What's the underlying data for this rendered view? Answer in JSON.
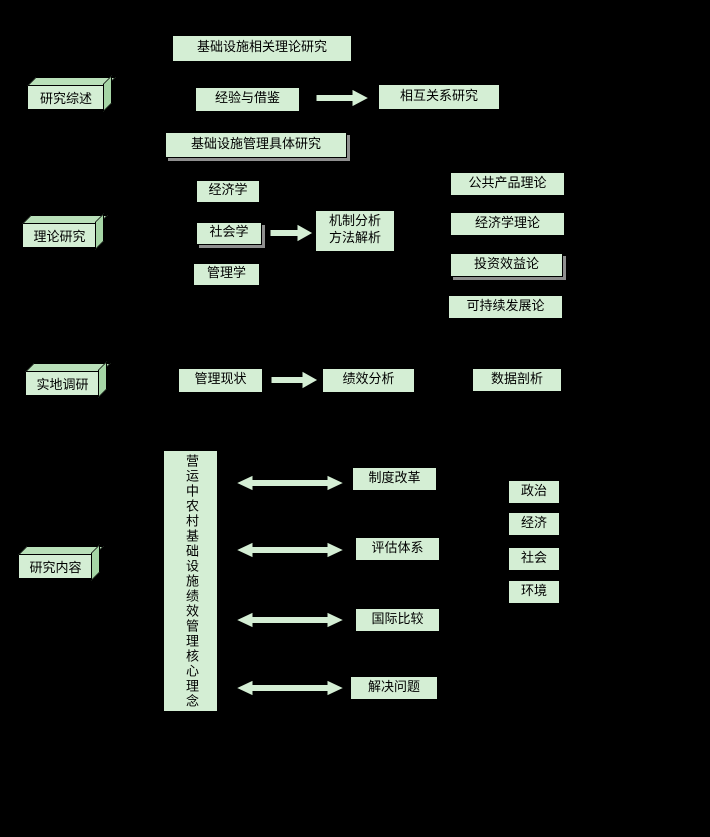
{
  "canvas": {
    "background": "#000000",
    "box_fill": "#d4eed4",
    "border_color": "#000000"
  },
  "section1": {
    "label": "研究综述",
    "theory_box": "基础设施相关理论研究",
    "experience_box": "经验与借鉴",
    "relation_box": "相互关系研究",
    "specific_box": "基础设施管理具体研究"
  },
  "section2": {
    "label": "理论研究",
    "disciplines": [
      "经济学",
      "社会学",
      "管理学"
    ],
    "method_line1": "机制分析",
    "method_line2": "方法解析",
    "theories": [
      "公共产品理论",
      "经济学理论",
      "投资效益论",
      "可持续发展论"
    ]
  },
  "section3": {
    "label": "实地调研",
    "source_box": "管理现状",
    "target_box": "绩效分析",
    "side_box": "数据剖析"
  },
  "section4": {
    "label": "研究内容",
    "core_box": "营运中农村基础设施绩效管理核心理念",
    "items": [
      "制度改革",
      "评估体系",
      "国际比较",
      "解决问题"
    ],
    "factors": [
      "政治",
      "经济",
      "社会",
      "环境"
    ]
  }
}
